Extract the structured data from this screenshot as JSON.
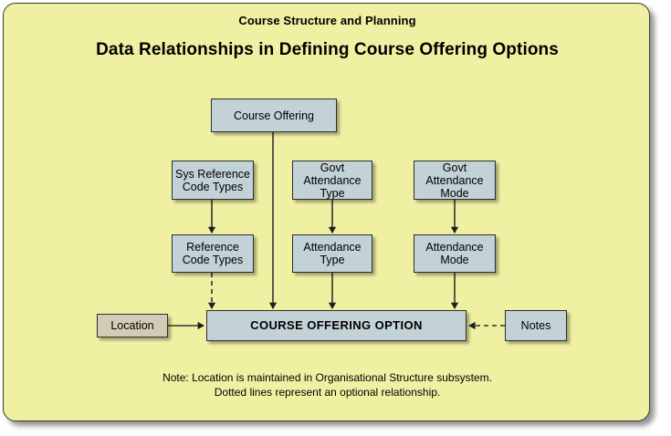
{
  "diagram": {
    "subtitle": "Course Structure and Planning",
    "title": "Data Relationships in Defining Course Offering Options",
    "background_color": "#f0f0a3",
    "entity_color": "#c3d2d6",
    "external_entity_color": "#d4cbb7",
    "border_color": "#2e2e2e"
  },
  "nodes": {
    "course_offering": "Course Offering",
    "sys_reference_code_types": "Sys Reference\nCode Types",
    "govt_attendance_type": "Govt Attendance\nType",
    "govt_attendance_mode": "Govt Attendance\nMode",
    "reference_code_types": "Reference\nCode Types",
    "attendance_type": "Attendance\nType",
    "attendance_mode": "Attendance\nMode",
    "location": "Location",
    "notes": "Notes",
    "course_offering_option": "COURSE OFFERING OPTION"
  },
  "edges": [
    {
      "from": "course_offering",
      "to": "course_offering_option",
      "style": "solid",
      "arrow": "down"
    },
    {
      "from": "sys_reference_code_types",
      "to": "reference_code_types",
      "style": "solid",
      "arrow": "down"
    },
    {
      "from": "govt_attendance_type",
      "to": "attendance_type",
      "style": "solid",
      "arrow": "down"
    },
    {
      "from": "govt_attendance_mode",
      "to": "attendance_mode",
      "style": "solid",
      "arrow": "down"
    },
    {
      "from": "reference_code_types",
      "to": "course_offering_option",
      "style": "dotted",
      "arrow": "down"
    },
    {
      "from": "attendance_type",
      "to": "course_offering_option",
      "style": "solid",
      "arrow": "down"
    },
    {
      "from": "attendance_mode",
      "to": "course_offering_option",
      "style": "solid",
      "arrow": "down"
    },
    {
      "from": "location",
      "to": "course_offering_option",
      "style": "solid",
      "arrow": "right"
    },
    {
      "from": "notes",
      "to": "course_offering_option",
      "style": "dotted",
      "arrow": "left"
    }
  ],
  "footnote": "Note: Location is maintained in Organisational Structure subsystem.\nDotted lines represent an optional relationship."
}
